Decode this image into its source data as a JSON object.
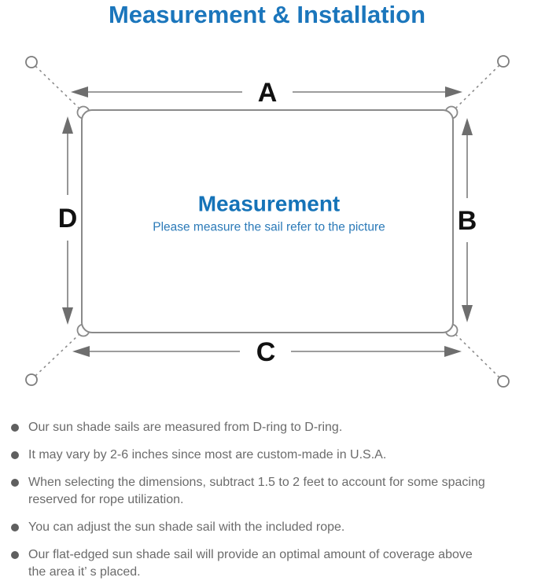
{
  "title": "Measurement & Installation",
  "colors": {
    "title_blue": "#1b76bc",
    "center_title_blue": "#1573b8",
    "center_subtitle_blue": "#2b7ab8",
    "line_gray": "#7d7d7d",
    "label_black": "#111111",
    "note_text_gray": "#6b6b6b"
  },
  "diagram": {
    "labels": {
      "top": "A",
      "right": "B",
      "bottom": "C",
      "left": "D"
    },
    "center_title": "Measurement",
    "center_subtitle": "Please measure the sail refer to the picture"
  },
  "notes": [
    "Our sun shade sails are measured from D-ring to D-ring.",
    "It may vary by 2-6 inches since most are custom-made in U.S.A.",
    "When selecting the dimensions, subtract 1.5 to 2 feet to account for some spacing\nreserved for rope utilization.",
    "You can adjust the sun shade sail with the included rope.",
    "Our flat-edged sun shade sail will provide an optimal amount of coverage above\nthe area it’ s placed."
  ]
}
